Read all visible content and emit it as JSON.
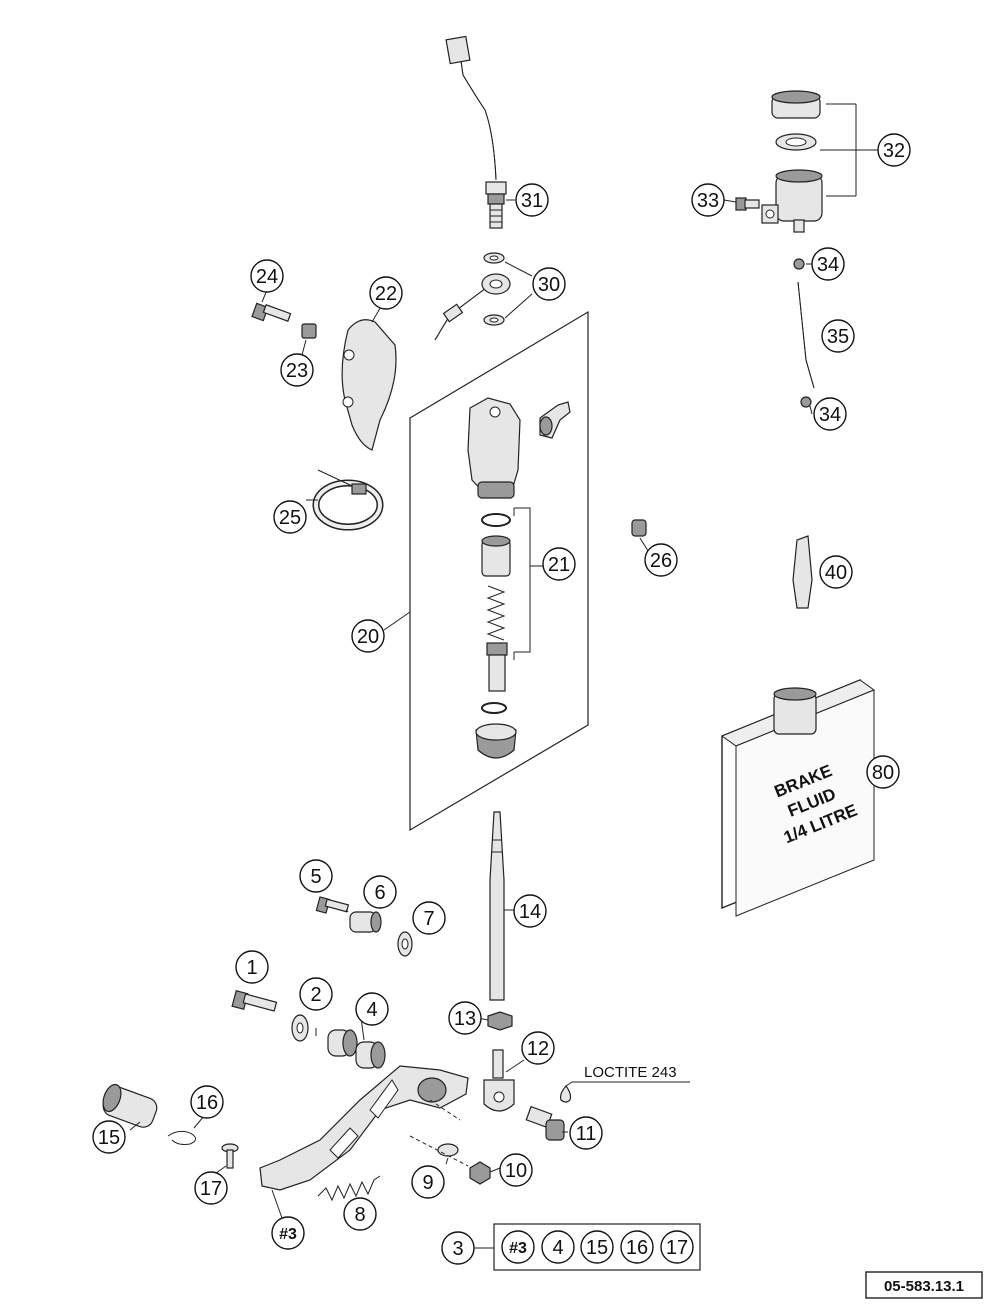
{
  "drawing_id": "05-583.13.1",
  "loctite_note": "LOCTITE 243",
  "brake_fluid_label": [
    "BRAKE",
    "FLUID",
    "1/4 LITRE"
  ],
  "callouts": {
    "c1": "1",
    "c2": "2",
    "c3": "3",
    "c4": "4",
    "c5": "5",
    "c6": "6",
    "c7": "7",
    "c8": "8",
    "c9": "9",
    "c10": "10",
    "c11": "11",
    "c12": "12",
    "c13": "13",
    "c14": "14",
    "c15": "15",
    "c16": "16",
    "c17": "17",
    "c20": "20",
    "c21": "21",
    "c22": "22",
    "c23": "23",
    "c24": "24",
    "c25": "25",
    "c26": "26",
    "c30": "30",
    "c31": "31",
    "c32": "32",
    "c33": "33",
    "c34a": "34",
    "c34b": "34",
    "c35": "35",
    "c40": "40",
    "c80": "80",
    "c_h3": "#3"
  },
  "kit": {
    "number": "3",
    "contents": [
      "#3",
      "4",
      "15",
      "16",
      "17"
    ]
  }
}
